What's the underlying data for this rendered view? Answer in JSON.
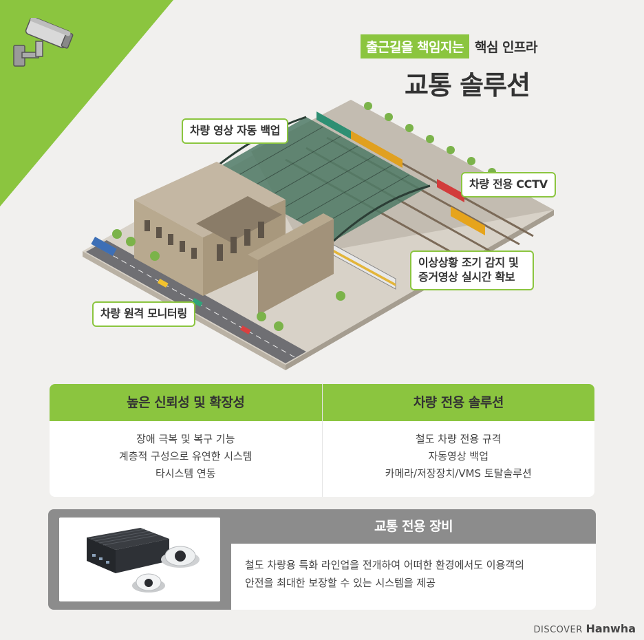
{
  "headline": {
    "tag": "출근길을 책임지는",
    "sub": "핵심 인프라",
    "title": "교통 솔루션"
  },
  "callouts": {
    "backup": "차량 영상 자동 백업",
    "cctv": "차량 전용 CCTV",
    "detect_line1": "이상상황 조기 감지 및",
    "detect_line2": "증거영상 실시간 확보",
    "remote": "차량 원격 모니터링"
  },
  "features": [
    {
      "title": "높은 신뢰성 및 확장성",
      "items": [
        "장애 극복 및 복구 기능",
        "계층적 구성으로 유연한 시스템",
        "타시스템 연동"
      ]
    },
    {
      "title": "차량 전용 솔루션",
      "items": [
        "철도 차량 전용 규격",
        "자동영상 백업",
        "카메라/저장장치/VMS 토탈솔루션"
      ]
    }
  ],
  "equipment": {
    "title": "교통 전용 장비",
    "desc_line1": "철도 차량용 특화 라인업을 전개하여 어떠한 환경에서도 이용객의",
    "desc_line2": "안전을 최대한 보장할 수 있는 시스템을 제공"
  },
  "brand": {
    "prefix": "DISCOVER",
    "name": "Hanwha"
  },
  "colors": {
    "accent_green": "#8bc53f",
    "panel_gray": "#8c8c8c",
    "background": "#f1f0ee"
  },
  "icons": [
    "cctv-camera-icon"
  ]
}
